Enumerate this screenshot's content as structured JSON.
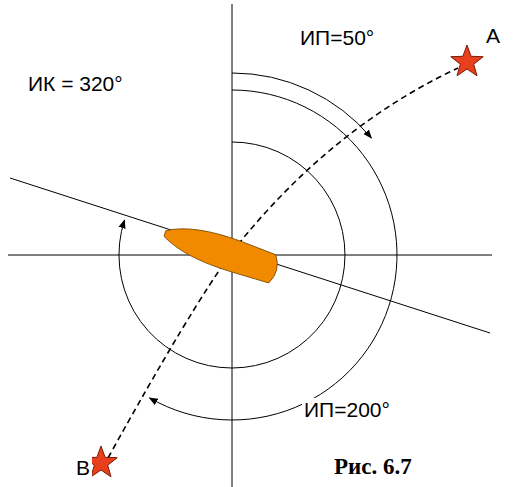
{
  "diagram": {
    "caption": "Рис. 6.7",
    "labels": [
      "ИП=50°",
      "ИК = 320°",
      "ИП=200°",
      "А",
      "В"
    ]
  }
}
